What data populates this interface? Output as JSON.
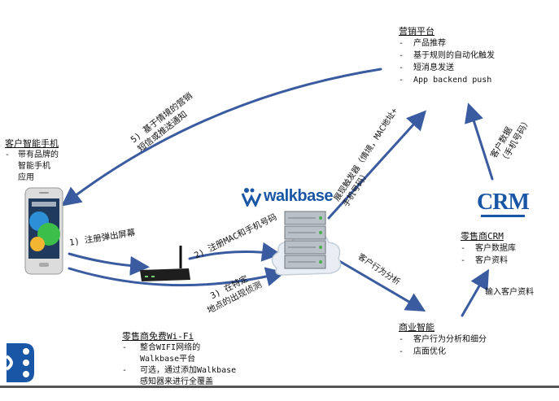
{
  "marketing": {
    "title": "营销平台",
    "items": [
      "产品推荐",
      "基于规则的自动化触发",
      "短消息发送",
      "App backend push"
    ]
  },
  "phone": {
    "title": "客户智能手机",
    "items": [
      "带有品牌的\n智能手机\n应用"
    ]
  },
  "wifi": {
    "title": "零售商免费Wi-Fi",
    "items": [
      "整合WIFI网络的\nWalkbase平台",
      "可选，通过添加Walkbase\n感知器来进行全覆盖"
    ]
  },
  "crm_box": {
    "title": "零售商CRM",
    "items": [
      "客户数据库",
      "客户资料"
    ]
  },
  "bi": {
    "title": "商业智能",
    "items": [
      "客户行为分析和细分",
      "店面优化"
    ]
  },
  "walkbase_logo": "walkbase",
  "crm_logo": "CRM",
  "edges": {
    "e5": "5) 基于情境的营销\n短信或推送通知",
    "trigger": "展现触发器（情境，MAC地址+\n手机号码）",
    "crmdata": "客户数据\n（手机号码）",
    "e1": "1) 注册弹出屏幕",
    "e2": "2) 注册MAC和手机号码",
    "e3": "3) 在特定\n地点的出现侦测",
    "behavior": "客户行为分析",
    "input": "输入客户资料"
  },
  "dash": "-",
  "colors": {
    "arrow": "#3a5ba0",
    "logo_blue": "#1a56a6"
  }
}
